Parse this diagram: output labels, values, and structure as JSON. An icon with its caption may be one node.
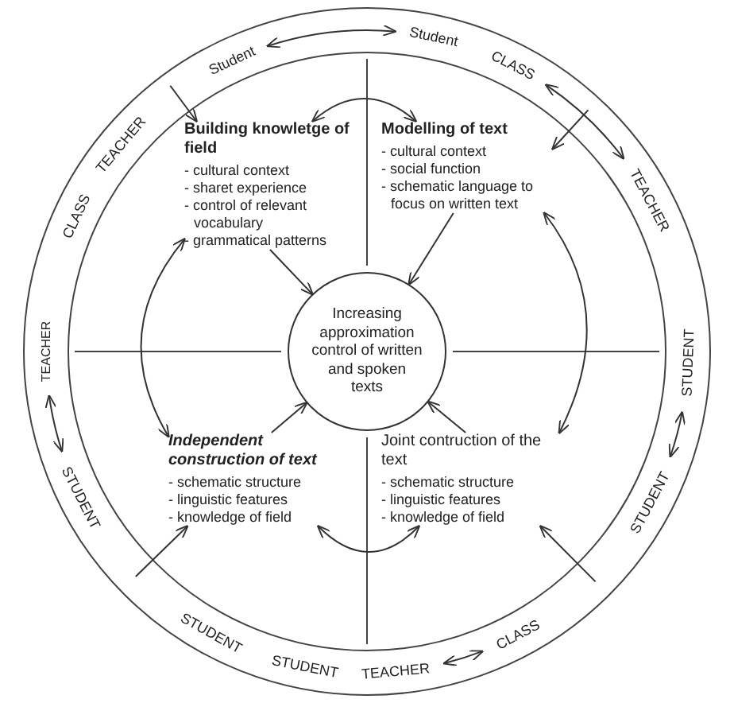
{
  "diagram": {
    "nodes": [
      {
        "text": [
          "Increasing approximation control of written and spoken texts"
        ]
      },
      {
        "text": [
          "Building knowletge of field",
          "- cultural context",
          "- sharet experience",
          "- control of relevant vocabulary",
          "- grammatical patterns"
        ]
      },
      {
        "text": [
          "Modelling of text",
          "- cultural context",
          "- social function",
          "- schematic language to focus on written text"
        ]
      },
      {
        "text": [
          "Independent construction of text",
          "- schematic structure",
          "- linguistic features",
          "- knowledge of field"
        ]
      },
      {
        "text": [
          "Joint contruction of the text",
          "- schematic structure",
          "- linguistic features",
          "- knowledge of field"
        ]
      },
      {
        "text": [
          "Student"
        ]
      },
      {
        "text": [
          "Student"
        ]
      },
      {
        "text": [
          "CLASS"
        ]
      },
      {
        "text": [
          "TEACHER"
        ]
      },
      {
        "text": [
          "STUDENT"
        ]
      },
      {
        "text": [
          "STUDENT"
        ]
      },
      {
        "text": [
          "TEACHER"
        ]
      },
      {
        "text": [
          "CLASS"
        ]
      },
      {
        "text": [
          "TEACHER"
        ]
      },
      {
        "text": [
          "STUDENT"
        ]
      }
    ],
    "edges": [
      {
        "from": 1,
        "to": 2,
        "arrow": "both"
      },
      {
        "from": 2,
        "to": 4,
        "arrow": "both"
      },
      {
        "from": 4,
        "to": 3,
        "arrow": "both"
      },
      {
        "from": 3,
        "to": 1,
        "arrow": "both"
      },
      {
        "from": 1,
        "to": 0,
        "arrow": "to"
      },
      {
        "from": 2,
        "to": 0,
        "arrow": "to"
      },
      {
        "from": 3,
        "to": 0,
        "arrow": "to"
      },
      {
        "from": 4,
        "to": 0,
        "arrow": "to"
      },
      {
        "from": 6,
        "to": 5,
        "arrow": "both"
      },
      {
        "from": 7,
        "to": 8,
        "arrow": "both"
      },
      {
        "from": 9,
        "to": 10,
        "arrow": "both"
      },
      {
        "from": 11,
        "to": 12,
        "arrow": "both"
      },
      {
        "from": 13,
        "to": 14,
        "arrow": "both"
      },
      {
        "from": null,
        "to": 1,
        "arrow": "to"
      },
      {
        "from": null,
        "to": 2,
        "arrow": "to"
      },
      {
        "from": null,
        "to": 3,
        "arrow": "to"
      },
      {
        "from": null,
        "to": 4,
        "arrow": "to"
      }
    ],
    "labels": [
      "TEACHER",
      "CLASS",
      "STUDENT",
      "STUDENT"
    ]
  }
}
